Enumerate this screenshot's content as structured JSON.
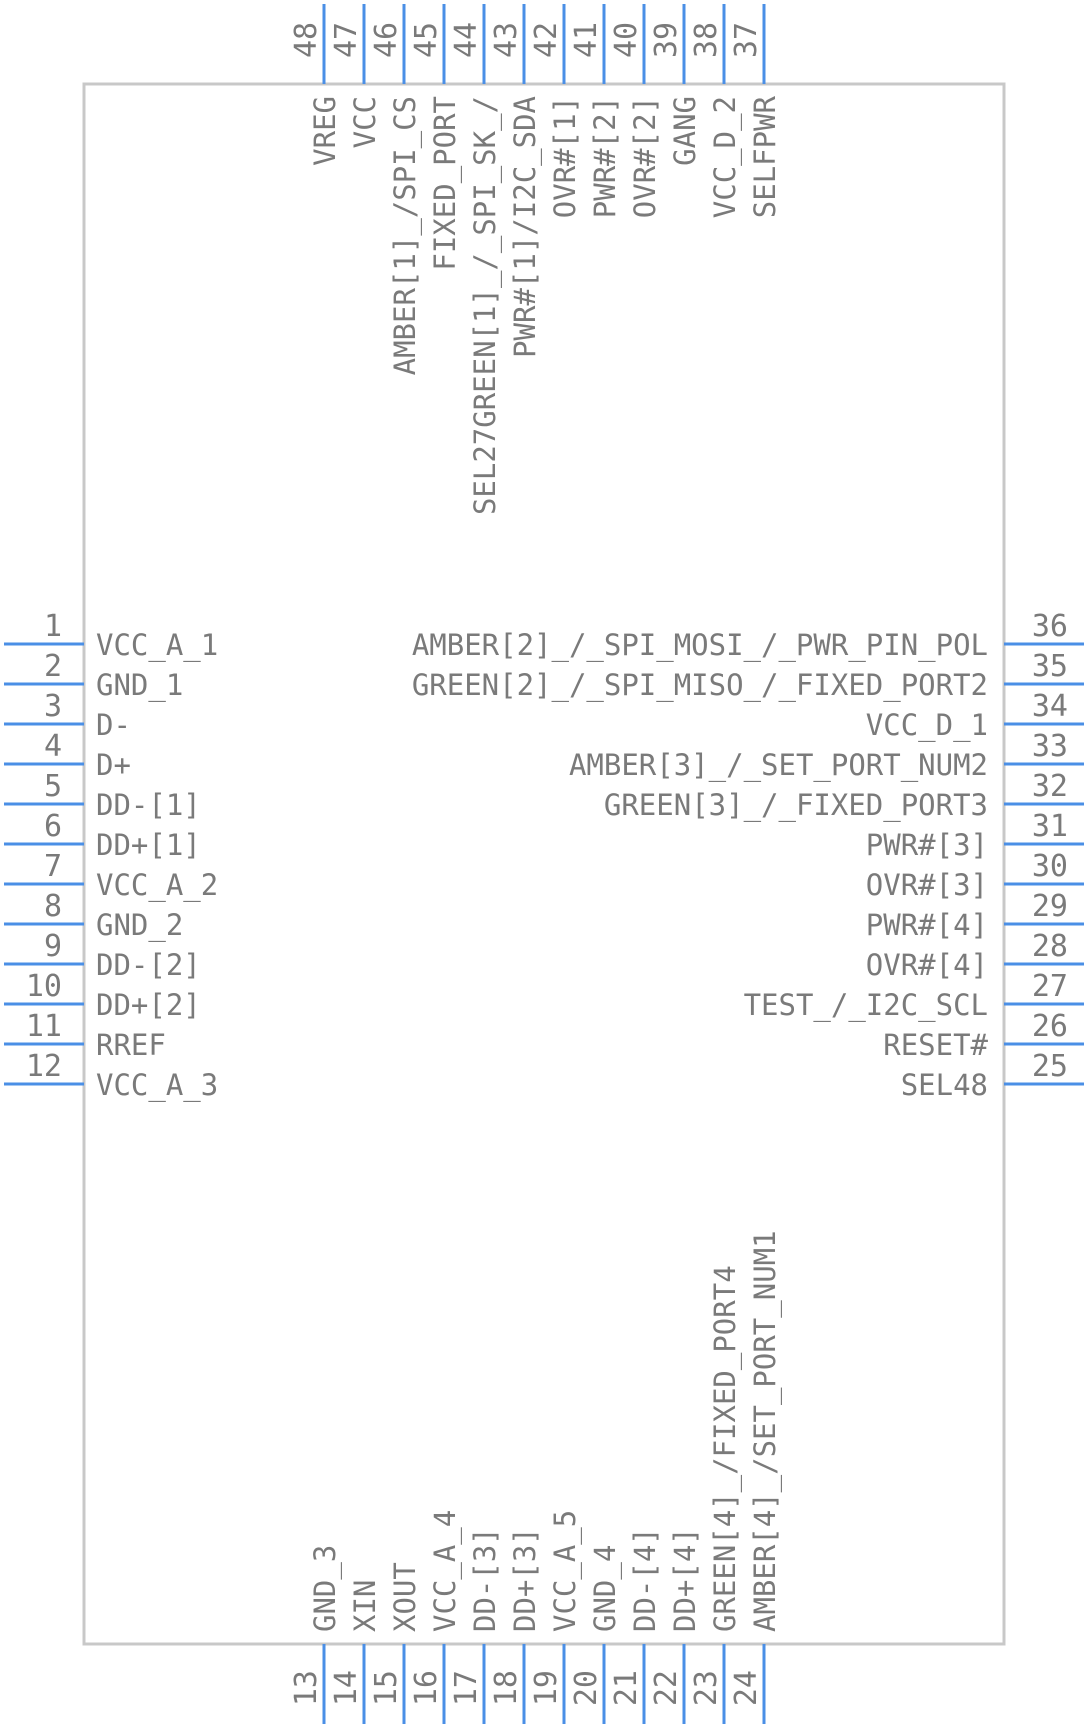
{
  "component": {
    "left_pins": [
      {
        "number": "1",
        "name": "VCC_A_1"
      },
      {
        "number": "2",
        "name": "GND_1"
      },
      {
        "number": "3",
        "name": "D-"
      },
      {
        "number": "4",
        "name": "D+"
      },
      {
        "number": "5",
        "name": "DD-[1]"
      },
      {
        "number": "6",
        "name": "DD+[1]"
      },
      {
        "number": "7",
        "name": "VCC_A_2"
      },
      {
        "number": "8",
        "name": "GND_2"
      },
      {
        "number": "9",
        "name": "DD-[2]"
      },
      {
        "number": "10",
        "name": "DD+[2]"
      },
      {
        "number": "11",
        "name": "RREF"
      },
      {
        "number": "12",
        "name": "VCC_A_3"
      }
    ],
    "bottom_pins": [
      {
        "number": "13",
        "name": "GND_3"
      },
      {
        "number": "14",
        "name": "XIN"
      },
      {
        "number": "15",
        "name": "XOUT"
      },
      {
        "number": "16",
        "name": "VCC_A_4"
      },
      {
        "number": "17",
        "name": "DD-[3]"
      },
      {
        "number": "18",
        "name": "DD+[3]"
      },
      {
        "number": "19",
        "name": "VCC_A_5"
      },
      {
        "number": "20",
        "name": "GND_4"
      },
      {
        "number": "21",
        "name": "DD-[4]"
      },
      {
        "number": "22",
        "name": "DD+[4]"
      },
      {
        "number": "23",
        "name": "GREEN[4]_/FIXED_PORT4"
      },
      {
        "number": "24",
        "name": "AMBER[4]_/SET_PORT_NUM1"
      }
    ],
    "right_pins": [
      {
        "number": "25",
        "name": "SEL48"
      },
      {
        "number": "26",
        "name": "RESET#"
      },
      {
        "number": "27",
        "name": "TEST_/_I2C_SCL"
      },
      {
        "number": "28",
        "name": "OVR#[4]"
      },
      {
        "number": "29",
        "name": "PWR#[4]"
      },
      {
        "number": "30",
        "name": "OVR#[3]"
      },
      {
        "number": "31",
        "name": "PWR#[3]"
      },
      {
        "number": "32",
        "name": "GREEN[3]_/_FIXED_PORT3"
      },
      {
        "number": "33",
        "name": "AMBER[3]_/_SET_PORT_NUM2"
      },
      {
        "number": "34",
        "name": "VCC_D_1"
      },
      {
        "number": "35",
        "name": "GREEN[2]_/_SPI_MISO_/_FIXED_PORT2"
      },
      {
        "number": "36",
        "name": "AMBER[2]_/_SPI_MOSI_/_PWR_PIN_POL"
      }
    ],
    "top_pins": [
      {
        "number": "37",
        "name": "SELFPWR"
      },
      {
        "number": "38",
        "name": "VCC_D_2"
      },
      {
        "number": "39",
        "name": "GANG"
      },
      {
        "number": "40",
        "name": "OVR#[2]"
      },
      {
        "number": "41",
        "name": "PWR#[2]"
      },
      {
        "number": "42",
        "name": "OVR#[1]"
      },
      {
        "number": "43",
        "name": "PWR#[1]/I2C_SDA"
      },
      {
        "number": "44",
        "name": "SEL27GREEN[1]_/_SPI_SK_/"
      },
      {
        "number": "45",
        "name": "FIXED_PORT"
      },
      {
        "number": "46",
        "name": "AMBER[1]_/SPI_CS"
      },
      {
        "number": "47",
        "name": "VCC"
      },
      {
        "number": "48",
        "name": "VREG"
      }
    ]
  },
  "colors": {
    "pin": "#4a8fe6",
    "body_outline": "#c8c8c8",
    "text": "#7a7a7a"
  }
}
